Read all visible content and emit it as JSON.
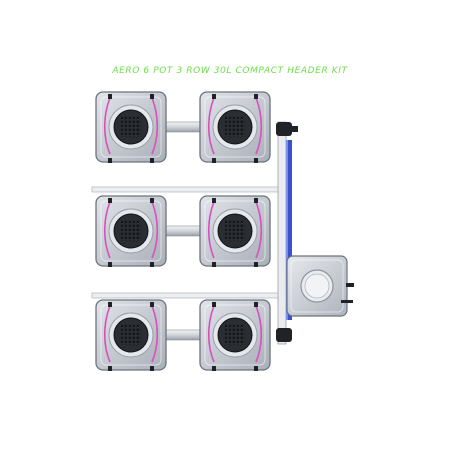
{
  "title": "AERO 6 POT 3 ROW 30L COMPACT HEADER KIT",
  "colors": {
    "title": "#6ee04a",
    "pot_body": "#c9ced6",
    "pot_edge": "#6d737c",
    "pot_basket": "#2a2d31",
    "hose": "#d84fbf",
    "return_pipe": "#3a52c9",
    "feed_pipe": "#e7e9ee",
    "pipe_dark": "#1f2226",
    "reservoir": "#d5d9df"
  },
  "kit": {
    "rows": 3,
    "pots_per_row": 2,
    "pot_icon": "square-pot-icon",
    "basket_icon": "mesh-basket-icon",
    "reservoir_icon": "header-tank-icon"
  }
}
